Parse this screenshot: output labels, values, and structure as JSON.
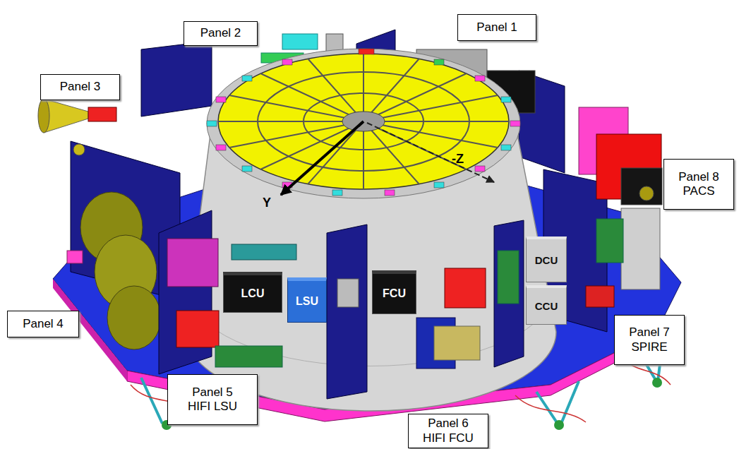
{
  "diagram": {
    "nodes": [
      {
        "text": [
          "Panel 2"
        ]
      },
      {
        "text": [
          "Panel 1"
        ]
      },
      {
        "text": [
          "Panel 3"
        ]
      },
      {
        "text": [
          "Panel 8",
          "PACS"
        ]
      },
      {
        "text": [
          "DCU"
        ]
      },
      {
        "text": [
          "LCU"
        ]
      },
      {
        "text": [
          "LSU"
        ]
      },
      {
        "text": [
          "FCU"
        ]
      },
      {
        "text": [
          "CCU"
        ]
      },
      {
        "text": [
          "Panel 4"
        ]
      },
      {
        "text": [
          "Panel 7",
          "SPIRE"
        ]
      },
      {
        "text": [
          "Panel 5",
          "HIFI LSU"
        ]
      },
      {
        "text": [
          "Panel 6",
          "HIFI FCU"
        ]
      }
    ],
    "labels": [
      "Y",
      "-Z"
    ]
  }
}
